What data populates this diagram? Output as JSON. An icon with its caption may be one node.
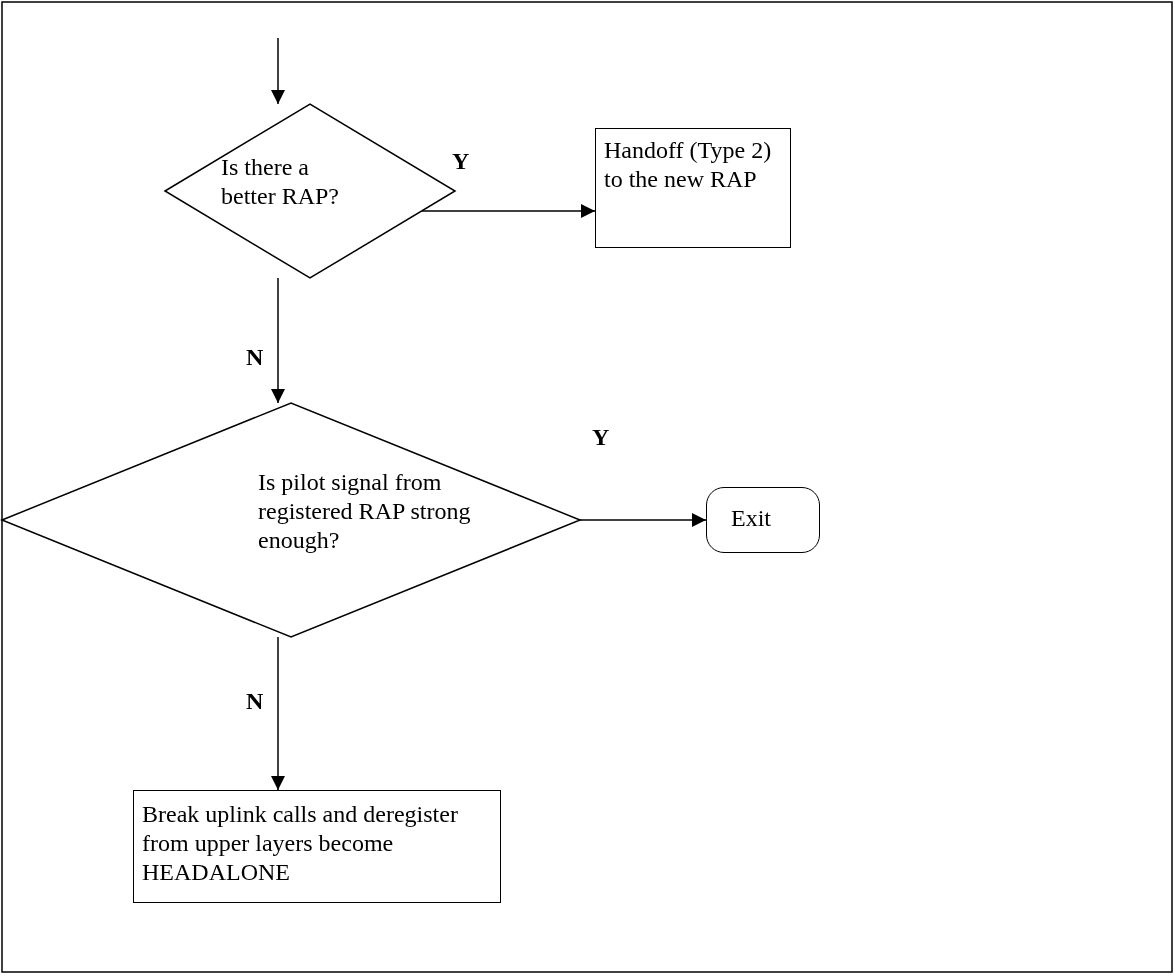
{
  "diagram": {
    "nodes": [
      {
        "text": [
          "Is there a better RAP?"
        ]
      },
      {
        "text": [
          "Handoff (Type 2) to the new RAP"
        ]
      },
      {
        "text": [
          "Is pilot signal from registered RAP strong enough?"
        ]
      },
      {
        "text": [
          "Exit"
        ]
      },
      {
        "text": [
          "Break uplink calls and deregister from upper layers become HEADALONE"
        ]
      }
    ],
    "edges": [
      {
        "from": null,
        "to": 0,
        "arrow": "to"
      },
      {
        "from": 0,
        "to": 1,
        "arrow": "to",
        "label": "Y"
      },
      {
        "from": 0,
        "to": 2,
        "arrow": "to",
        "label": "N"
      },
      {
        "from": 2,
        "to": 3,
        "arrow": "to",
        "label": "Y"
      },
      {
        "from": 2,
        "to": 4,
        "arrow": "to",
        "label": "N"
      }
    ]
  }
}
